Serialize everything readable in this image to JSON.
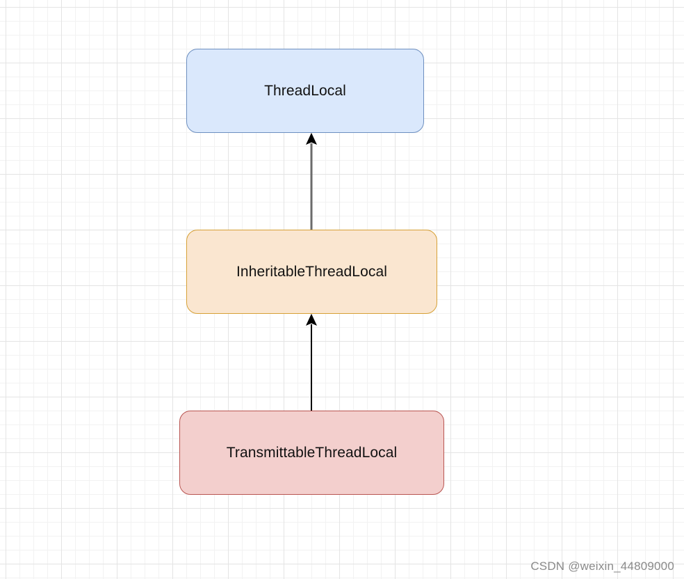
{
  "diagram": {
    "nodes": [
      {
        "id": "threadlocal",
        "label": "ThreadLocal",
        "fill": "#dae8fc",
        "stroke": "#6c8ebf"
      },
      {
        "id": "inheritable",
        "label": "InheritableThreadLocal",
        "fill": "#fae6d0",
        "stroke": "#d6a035"
      },
      {
        "id": "transmittable",
        "label": "TransmittableThreadLocal",
        "fill": "#f3cfcd",
        "stroke": "#b85450"
      }
    ],
    "edges": [
      {
        "from": "inheritable",
        "to": "threadlocal",
        "color": "#6b6b6b"
      },
      {
        "from": "transmittable",
        "to": "inheritable",
        "color": "#000000"
      }
    ]
  },
  "watermark": "CSDN @weixin_44809000"
}
